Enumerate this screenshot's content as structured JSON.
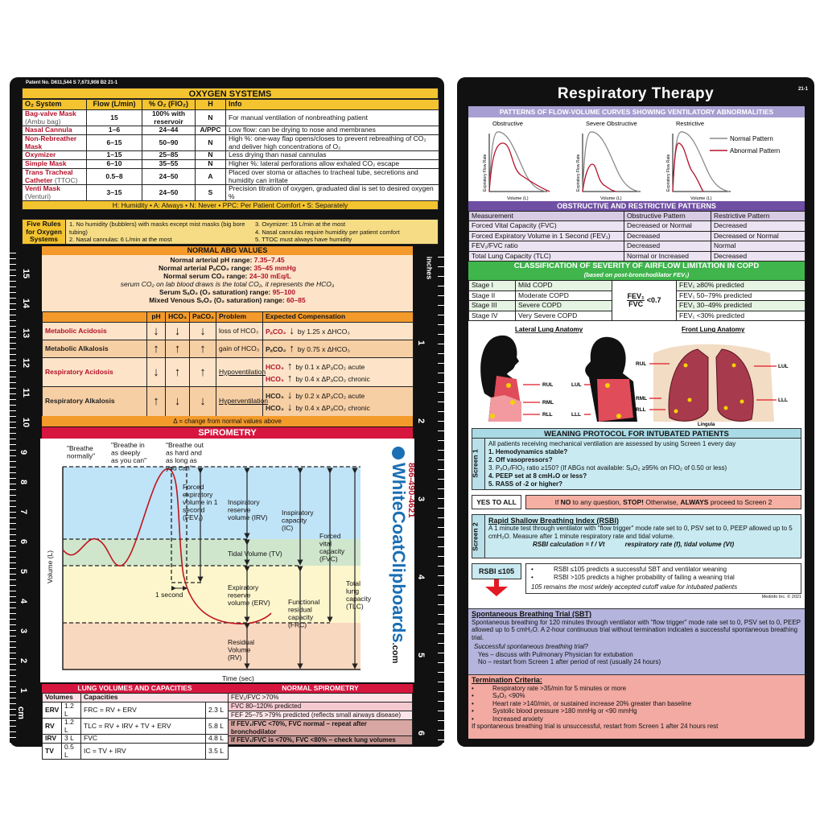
{
  "left": {
    "patent": "Patent No. D611,544 S 7,673,908 B2 21-1",
    "oxygen": {
      "title": "OXYGEN SYSTEMS",
      "headers": [
        "O₂ System",
        "Flow (L/min)",
        "% O₂ (FIO₂)",
        "H",
        "Info"
      ],
      "rows": [
        {
          "name": "Bag-valve Mask",
          "sub": "(Ambu bag)",
          "flow": "15",
          "pct": "100% with reservoir",
          "h": "N",
          "info": "For manual ventilation of nonbreathing patient"
        },
        {
          "name": "Nasal Cannula",
          "sub": "",
          "flow": "1–6",
          "pct": "24–44",
          "h": "A/PPC",
          "info": "Low flow: can be drying to nose and membranes"
        },
        {
          "name": "Non-Rebreather Mask",
          "sub": "",
          "flow": "6–15",
          "pct": "50–90",
          "h": "N",
          "info": "High %: one-way flap opens/closes to prevent rebreathing of CO₂ and deliver high concentrations of O₂"
        },
        {
          "name": "Oxymizer",
          "sub": "",
          "flow": "1–15",
          "pct": "25–85",
          "h": "N",
          "info": "Less drying than nasal cannulas"
        },
        {
          "name": "Simple Mask",
          "sub": "",
          "flow": "6–10",
          "pct": "35–55",
          "h": "N",
          "info": "Higher %: lateral perforations allow exhaled CO₂ escape"
        },
        {
          "name": "Trans Tracheal Catheter",
          "sub": "(TTOC)",
          "flow": "0.5–8",
          "pct": "24–50",
          "h": "A",
          "info": "Placed over stoma or attaches to tracheal tube, secretions and humidity can irritate"
        },
        {
          "name": "Venti Mask",
          "sub": "(Venturi)",
          "flow": "3–15",
          "pct": "24–50",
          "h": "S",
          "info": "Precision titration of oxygen, graduated dial is set to desired oxygen %"
        }
      ],
      "legend": "H: Humidity • A: Always • N: Never • PPC: Per Patient Comfort • S: Separately",
      "rules_title": "Five Rules for Oxygen Systems",
      "rules": [
        "1. No humidity (bubblers) with masks except mist masks (big bore tubing)",
        "2. Nasal cannulas: 6 L/min at the most",
        "3. Oxymizer: 15 L/min at the most",
        "4. Nasal cannulas require humidity per patient comfort",
        "5. TTOC must always have humidity"
      ]
    },
    "abg": {
      "title": "NORMAL ABG VALUES",
      "values": [
        {
          "label": "Normal arterial pH range: ",
          "value": "7.35–7.45"
        },
        {
          "label": "Normal arterial PₐCO₂ range: ",
          "value": "35–45 mmHg"
        },
        {
          "label": "Normal serum CO₂ range: ",
          "value": "24–30 mEq/L"
        }
      ],
      "note": "serum CO₂ on lab blood draws is the total CO₂, it represents the HCO₃",
      "values2": [
        {
          "label": "Serum SₐO₂ (O₂ saturation) range: ",
          "value": "95–100"
        },
        {
          "label": "Mixed Venous SᵥO₂ (O₂ saturation) range: ",
          "value": "60–85"
        }
      ],
      "headers": [
        "",
        "pH",
        "HCO₃",
        "PaCO₂",
        "Problem",
        "Expected Compensation"
      ],
      "rows": [
        {
          "name": "Metabolic Acidosis",
          "ph": "↓",
          "hco3": "↓",
          "paco2": "↓",
          "problem": "loss of HCO₃",
          "comp": [
            {
              "k": "PₐCO₂",
              "a": "↓",
              "t": "by 1.25 x ΔHCO₃"
            }
          ]
        },
        {
          "name": "Metabolic Alkalosis",
          "ph": "↑",
          "hco3": "↑",
          "paco2": "↑",
          "problem": "gain of HCO₃",
          "comp": [
            {
              "k": "PₐCO₂",
              "a": "↑",
              "t": "by 0.75 x ΔHCO₃"
            }
          ]
        },
        {
          "name": "Respiratory Acidosis",
          "ph": "↓",
          "hco3": "↑",
          "paco2": "↑",
          "problem": "Hypoventilation",
          "comp": [
            {
              "k": "HCO₃",
              "a": "↑",
              "t": "by 0.1 x ΔPₐCO₂ acute"
            },
            {
              "k": "HCO₃",
              "a": "↑",
              "t": "by 0.4 x ΔPₐCO₂ chronic"
            }
          ]
        },
        {
          "name": "Respiratory Alkalosis",
          "ph": "↑",
          "hco3": "↓",
          "paco2": "↓",
          "problem": "Hyperventilation",
          "comp": [
            {
              "k": "HCO₃",
              "a": "↓",
              "t": "by 0.2 x ΔPₐCO₂ acute"
            },
            {
              "k": "HCO₃",
              "a": "↓",
              "t": "by 0.4 x ΔPₐCO₂ chronic"
            }
          ]
        }
      ],
      "footnote": "Δ = change from normal values above"
    },
    "spirometry": {
      "title": "SPIROMETRY",
      "ylabel": "Volume (L)",
      "xlabel": "Time (sec)",
      "phrases": [
        "\"Breathe normally\"",
        "\"Breathe in as deeply as you can\"",
        "\"Breathe out as hard and as long as you can\""
      ],
      "labels": {
        "fev1": "Forced expiratory volume in 1 second (FEV₁)",
        "irv": "Inspiratory reserve volume (IRV)",
        "ic": "Inspiratory capacity (IC)",
        "fvc": "Forced vital capacity (FVC)",
        "tv": "Tidal Volume (TV)",
        "erv": "Expiratory reserve volume (ERV)",
        "frc": "Functional residual capacity (FRC)",
        "tlc": "Total lung capacity (TLC)",
        "rv": "Residual Volume (RV)",
        "sec": "1 second"
      },
      "brand": "WhiteCoatClipboards",
      "brand_suffix": ".com",
      "phone": "866-490-4621",
      "copyright": "Medinfo Inc. © 2021"
    },
    "lungvol": {
      "title": "LUNG VOLUMES AND CAPACITIES",
      "headers": [
        "Volumes",
        "Capacities"
      ],
      "rows": [
        [
          "ERV",
          "1.2 L",
          "FRC = RV + ERV",
          "2.3 L"
        ],
        [
          "RV",
          "1.2 L",
          "TLC = RV + IRV + TV + ERV",
          "5.8 L"
        ],
        [
          "IRV",
          "3 L",
          "FVC",
          "4.8 L"
        ],
        [
          "TV",
          "0.5 L",
          "IC = TV + IRV",
          "3.5 L"
        ]
      ]
    },
    "normspiro": {
      "title": "NORMAL SPIROMETRY",
      "rows": [
        "FEV₁/FVC >70%",
        "FVC 80–120% predicted",
        "FEF 25–75 >79% predicted (reflects small airways disease)",
        "If FEV₁/FVC <70%, FVC normal – repeat after bronchodilator",
        "If FEV₁/FVC is <70%, FVC <80% – check lung volumes"
      ]
    },
    "ruler_cm": [
      "15",
      "14",
      "13",
      "12",
      "11",
      "10",
      "9",
      "8",
      "7",
      "6",
      "5",
      "4",
      "3",
      "2",
      "1"
    ],
    "ruler_cm_label": "cm",
    "ruler_in": [
      "1",
      "2",
      "3",
      "4",
      "5",
      "6"
    ],
    "ruler_in_label": "inches"
  },
  "right": {
    "title": "Respiratory Therapy",
    "code": "21-1",
    "flow": {
      "title": "PATTERNS OF FLOW-VOLUME CURVES SHOWING VENTILATORY ABNORMALITIES",
      "panels": [
        "Obstructive",
        "Severe Obstructive",
        "Restrictive"
      ],
      "ylabel": "Expiratory Flow Rate",
      "xlabel": "Volume (L)",
      "legend": [
        "Normal Pattern",
        "Abnormal Pattern"
      ],
      "colors": {
        "normal": "#8a8a8a",
        "abnormal": "#b3122a"
      }
    },
    "patterns": {
      "title": "OBSTRUCTIVE AND RESTRICTIVE PATTERNS",
      "headers": [
        "Measurement",
        "Obstructive Pattern",
        "Restrictive Pattern"
      ],
      "rows": [
        [
          "Forced Vital Capacity (FVC)",
          "Decreased or Normal",
          "Decreased"
        ],
        [
          "Forced Expiratory Volume in 1 Second (FEV₁)",
          "Decreased",
          "Decreased or Normal"
        ],
        [
          "FEV₁/FVC ratio",
          "Decreased",
          "Normal"
        ],
        [
          "Total Lung Capacity (TLC)",
          "Normal or Increased",
          "Decreased"
        ]
      ]
    },
    "copd": {
      "title": "CLASSIFICATION OF SEVERITY OF AIRFLOW LIMITATION IN COPD",
      "subtitle": "(based on post-bronchodilator FEV₁)",
      "ratio_num": "FEV₁",
      "ratio_den": "FVC",
      "ratio_val": "<0.7",
      "rows": [
        [
          "Stage I",
          "Mild COPD",
          "FEV₁ ≥80% predicted"
        ],
        [
          "Stage II",
          "Moderate COPD",
          "FEV₁ 50–79% predicted"
        ],
        [
          "Stage III",
          "Severe COPD",
          "FEV₁ 30–49% predicted"
        ],
        [
          "Stage IV",
          "Very Severe COPD",
          "FEV₁ <30% predicted"
        ]
      ]
    },
    "anatomy": {
      "lateral_title": "Lateral Lung Anatomy",
      "front_title": "Front Lung Anatomy",
      "lateral_labels": [
        "RUL",
        "RML",
        "RLL",
        "LUL",
        "LLL"
      ],
      "front_labels": [
        "RUL",
        "RML",
        "RLL",
        "LUL",
        "LLL",
        "Lingula"
      ]
    },
    "weaning": {
      "title": "WEANING PROTOCOL FOR INTUBATED PATIENTS",
      "screen1": "Screen 1",
      "intro": "All patients receiving mechanical ventilation are assessed by using Screen 1 every day",
      "items": [
        "1. Hemodynamics stable?",
        "2. Off vasopressors?",
        "3. PₐO₂/FIO₂ ratio ≥150? (If ABGs not available: SₐO₂ ≥95% on FIO₂ of 0.50 or less)",
        "4. PEEP set at 8 cmH₂O or less?",
        "5. RASS of -2 or higher?"
      ],
      "yes_all": "YES TO ALL",
      "stop_pre": "If ",
      "stop_no": "NO",
      "stop_mid": " to any question, ",
      "stop_stop": "STOP!",
      "stop_mid2": " Otherwise, ",
      "stop_always": "ALWAYS",
      "stop_post": " proceed to Screen 2",
      "screen2": "Screen 2",
      "rsbi_title": "Rapid Shallow Breathing Index (RSBI)",
      "rsbi_text": "A 1 minute test through ventilator with \"flow trigger\" mode rate set to 0, PSV set to 0, PEEP allowed up to 5 cmH₂O. Measure after 1 minute respiratory rate and tidal volume.",
      "rsbi_calc": "RSBI calculation = f / Vt",
      "rsbi_vars": "respiratory rate (f), tidal volume (Vt)",
      "rsbi_box": "RSBI ≤105",
      "rsbi_bullets": [
        "RSBI ≤105 predicts a successful SBT and ventilator weaning",
        "RSBI >105 predicts a higher probability of failing a weaning trial"
      ],
      "rsbi_note": "105 remains the most widely accepted cutoff value for intubated patients",
      "copyright": "Medinfo Inc. © 2021"
    },
    "sbt": {
      "title": "Spontaneous Breathing Trial (SBT)",
      "text": "Spontaneous breathing for 120 minutes through ventilator with \"flow trigger\" mode rate set to 0, PSV set to 0, PEEP allowed up to 5 cmH₂O. A 2-hour continuous trial without termination indicates a successful spontaneous breathing trial.",
      "question": "Successful spontaneous breathing trial?",
      "yes": "Yes – discuss with Pulmonary Physician for extubation",
      "no": "No – restart from Screen 1 after period of rest (usually 24 hours)"
    },
    "termination": {
      "title": "Termination Criteria:",
      "items": [
        "Respiratory rate >35/min for 5 minutes or more",
        "SₐO₂ <90%",
        "Heart rate >140/min, or sustained increase 20% greater than baseline",
        "Systolic blood pressure >180 mmHg or <90 mmHg",
        "Increased anxiety"
      ],
      "footer": "If spontaneous breathing trial is unsuccessful, restart from Screen 1 after 24 hours rest"
    }
  }
}
